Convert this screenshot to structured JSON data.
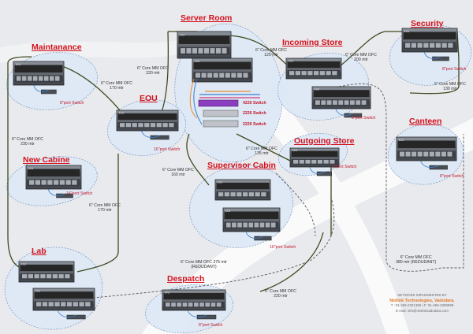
{
  "locations": [
    {
      "id": "server",
      "title": "Server Room"
    },
    {
      "id": "maint",
      "title": "Maintanance"
    },
    {
      "id": "eou",
      "title": "EOU"
    },
    {
      "id": "incoming",
      "title": "Incoming Store"
    },
    {
      "id": "security",
      "title": "Security"
    },
    {
      "id": "canteen",
      "title": "Canteen"
    },
    {
      "id": "newcabine",
      "title": "New Cabine"
    },
    {
      "id": "supervisor",
      "title": "Supervisor Cabin"
    },
    {
      "id": "outgoing",
      "title": "Outgoing Store"
    },
    {
      "id": "lab",
      "title": "Lab"
    },
    {
      "id": "despatch",
      "title": "Despatch"
    }
  ],
  "cable_labels": {
    "eou_server": [
      "6\" Core MM OFC",
      "220 mtr"
    ],
    "maint_eou": [
      "6\" Core MM OFC",
      "170 mtr"
    ],
    "maint_lab": [
      "6\" Core MM OFC",
      "230 mtr"
    ],
    "server_incoming": [
      "6\" Core MM OFC",
      "120 mtr"
    ],
    "incoming_security": [
      "6\" Core MM OFC",
      "200 mtr"
    ],
    "security_right": [
      "6\" Core MM OFC",
      "130 mtr"
    ],
    "server_outgoing": [
      "6\" Core MM OFC",
      "135 mtr"
    ],
    "server_supervisor": [
      "6\" Core MM OFC",
      "160 mtr"
    ],
    "newcabine_lab": [
      "6\" Core MM OFC",
      "170 mtr"
    ],
    "lab_redundant": [
      "6\" Core MM OFC 275 mtr",
      "(REDUDANT)"
    ],
    "despatch": [
      "6\" Core MM OFC",
      "220 mtr"
    ],
    "canteen_redundant": [
      "6\" Core MM OFC",
      "380 mtr (REDUDANT)"
    ]
  },
  "equipment_labels": {
    "liu": "LIU",
    "port8": "8\"port Switch",
    "port16": "16\"port Switch",
    "sw4226": "4226 Switch",
    "sw2226a": "2226 Switch",
    "sw2226b": "2226 Switch"
  },
  "footer": {
    "line1": "NETWORK IMPLEMENTED BY",
    "company": "Netlink Technologies, Vadodara.",
    "line2": "T : 91-265-2321365 | F: 91-265-2359999",
    "line3": "E-mail: info@netlinkvadodara.com"
  },
  "colors": {
    "background": "#e9eaee",
    "title_red": "#d4111b",
    "fiber_line": "#3f4a1f",
    "redundant_line": "#555555",
    "bubble_fill": "#dde9f6",
    "bubble_stroke": "#6b8fbf",
    "rack_dark": "#262626",
    "rack_body": "#5a5e66",
    "company_orange": "#e0782a"
  }
}
